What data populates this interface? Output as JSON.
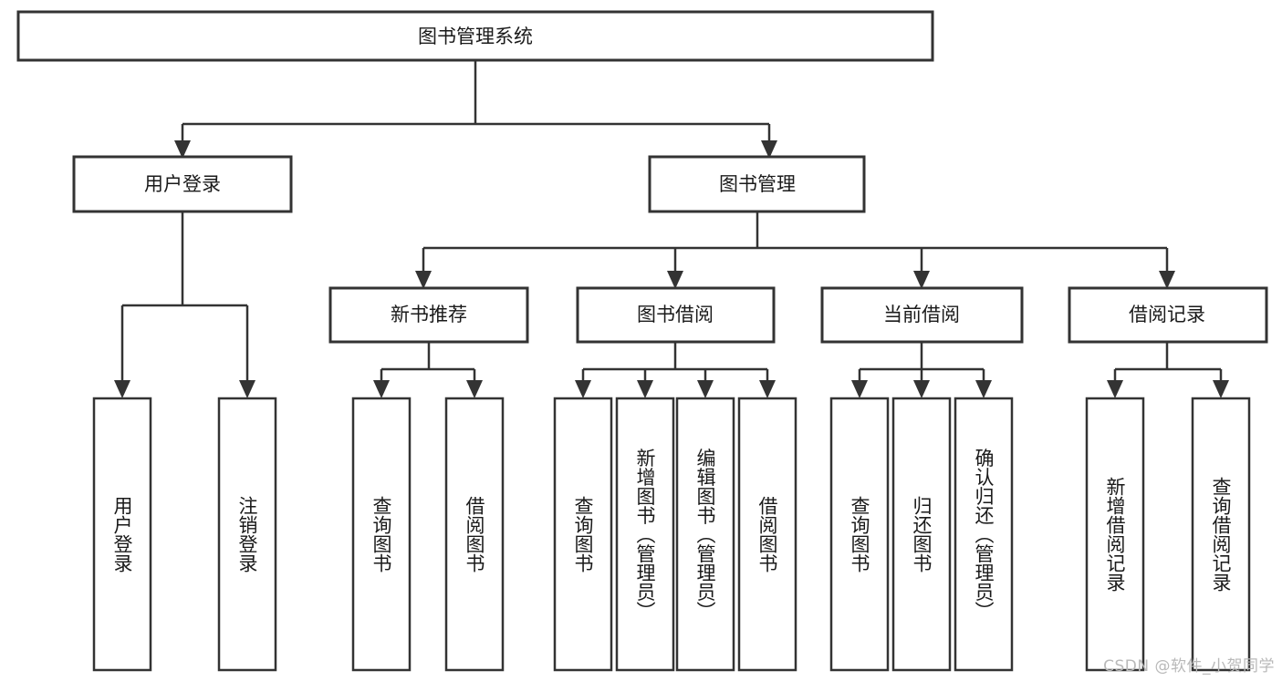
{
  "diagram": {
    "type": "tree",
    "title": "图书管理系统",
    "root": {
      "label": "图书管理系统",
      "children": [
        {
          "label": "用户登录",
          "children": [
            {
              "label": "用户登录"
            },
            {
              "label": "注销登录"
            }
          ]
        },
        {
          "label": "图书管理",
          "children": [
            {
              "label": "新书推荐",
              "children": [
                {
                  "label": "查询图书"
                },
                {
                  "label": "借阅图书"
                }
              ]
            },
            {
              "label": "图书借阅",
              "children": [
                {
                  "label": "查询图书"
                },
                {
                  "label": "新增图书（管理员）"
                },
                {
                  "label": "编辑图书（管理员）"
                },
                {
                  "label": "借阅图书"
                }
              ]
            },
            {
              "label": "当前借阅",
              "children": [
                {
                  "label": "查询图书"
                },
                {
                  "label": "归还图书"
                },
                {
                  "label": "确认归还（管理员）"
                }
              ]
            },
            {
              "label": "借阅记录",
              "children": [
                {
                  "label": "新增借阅记录"
                },
                {
                  "label": "查询借阅记录"
                }
              ]
            }
          ]
        }
      ]
    },
    "nodes": {
      "root": "图书管理系统",
      "l1_user_login": "用户登录",
      "l1_book_manage": "图书管理",
      "l2_new_book": "新书推荐",
      "l2_borrow": "图书借阅",
      "l2_current": "当前借阅",
      "l2_record": "借阅记录",
      "leaf_user_login": "用户登录",
      "leaf_logout": "注销登录",
      "leaf_nb_query": "查询图书",
      "leaf_nb_borrow": "借阅图书",
      "leaf_bw_query": "查询图书",
      "leaf_bw_add": "新增图书（管理员）",
      "leaf_bw_edit": "编辑图书（管理员）",
      "leaf_bw_borrow": "借阅图书",
      "leaf_cb_query": "查询图书",
      "leaf_cb_return": "归还图书",
      "leaf_cb_confirm": "确认归还（管理员）",
      "leaf_rc_add": "新增借阅记录",
      "leaf_rc_query": "查询借阅记录"
    },
    "colors": {
      "stroke": "#333333",
      "fill": "#ffffff",
      "text": "#1a1a1a",
      "watermark": "#b9b9b9"
    }
  },
  "watermark": {
    "text": "CSDN @软件_小贺同学"
  }
}
